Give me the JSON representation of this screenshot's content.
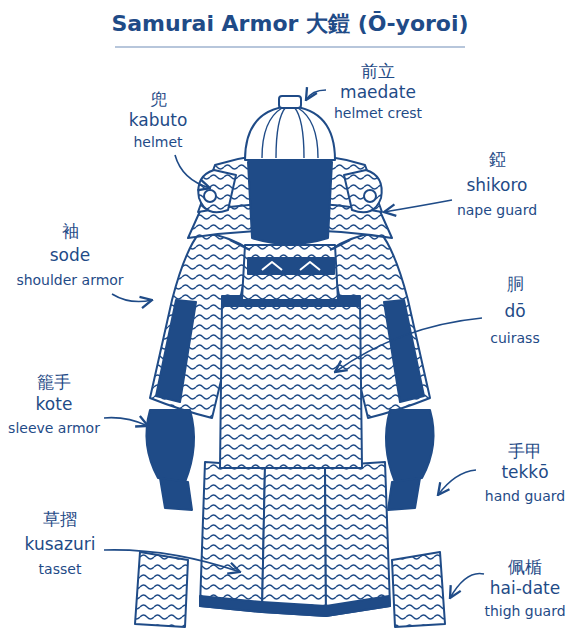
{
  "diagram": {
    "title": "Samurai Armor 大鎧 (Ō-yoroi)",
    "labels": [
      "兜",
      "kabuto",
      "helmet",
      "前立",
      "maedate",
      "helmet crest",
      "錏",
      "shikoro",
      "nape guard",
      "袖",
      "sode",
      "shoulder armor",
      "胴",
      "dō",
      "cuirass",
      "籠手",
      "kote",
      "sleeve armor",
      "手甲",
      "tekkō",
      "hand guard",
      "草摺",
      "kusazuri",
      "tasset",
      "佩楯",
      "hai-date",
      "thigh guard"
    ]
  }
}
